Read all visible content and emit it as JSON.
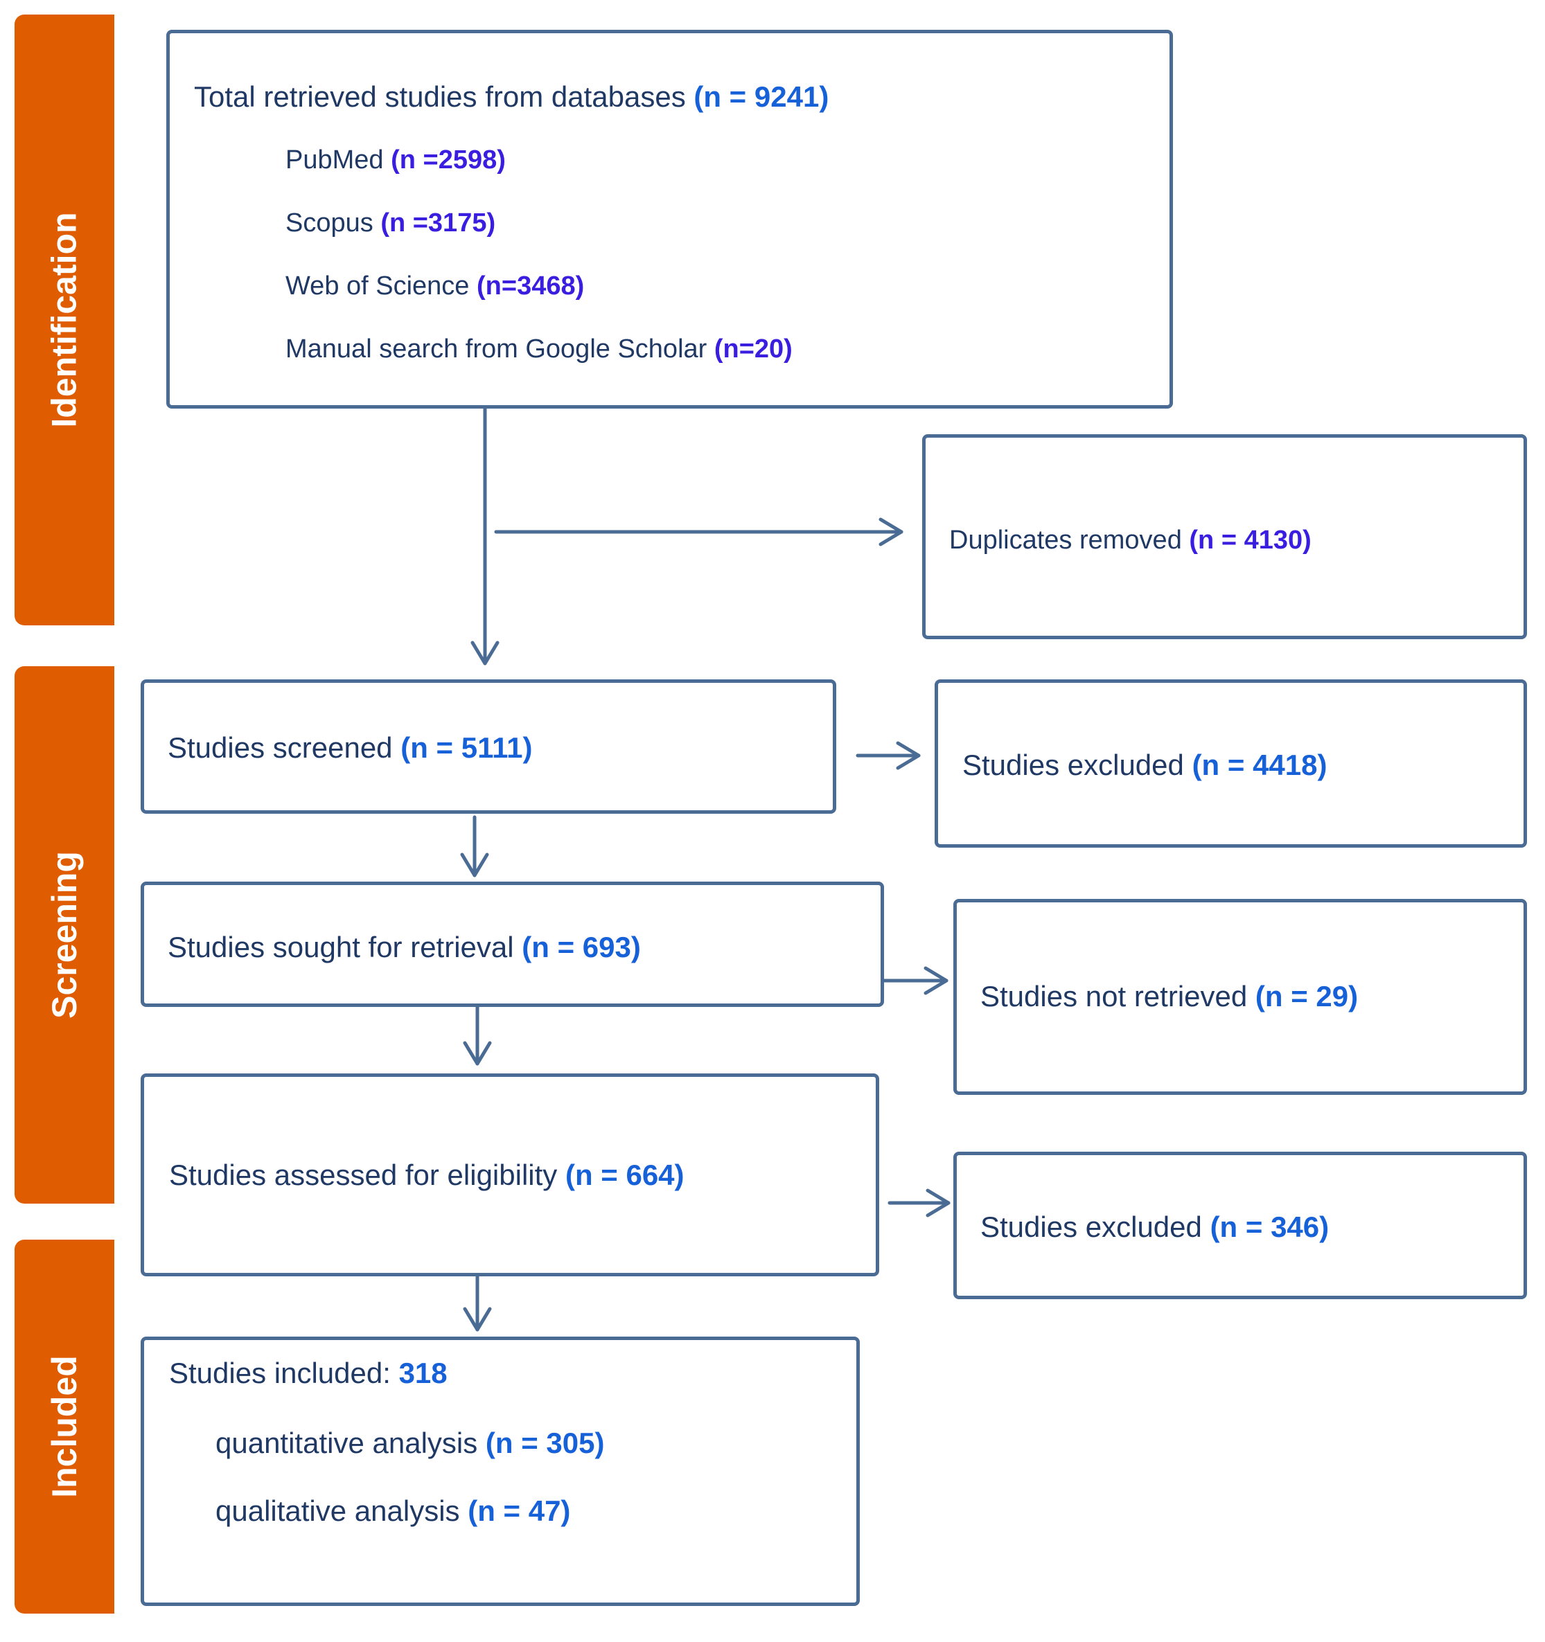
{
  "colors": {
    "phase": "#e05c00",
    "border": "#4a6b94",
    "text": "#1f3864",
    "count_blue": "#1660d8",
    "count_purple": "#3a1ee0"
  },
  "phases": {
    "identification": "Identification",
    "screening": "Screening",
    "included": "Included"
  },
  "identification": {
    "total_label": "Total retrieved  studies from databases ",
    "total_n": "(n = 9241)",
    "sources": [
      {
        "label": "PubMed ",
        "n": "(n =2598)"
      },
      {
        "label": "Scopus ",
        "n": "(n =3175)"
      },
      {
        "label": "Web of Science ",
        "n": "(n=3468)"
      },
      {
        "label": "Manual search from Google Scholar ",
        "n": "(n=20)"
      }
    ]
  },
  "duplicates": {
    "label": "Duplicates removed ",
    "n": "(n = 4130)"
  },
  "screened": {
    "label": "Studies screened  ",
    "n": "(n = 5111)"
  },
  "screen_excluded": {
    "label": "Studies excluded ",
    "n": "(n = 4418)"
  },
  "sought": {
    "label": "Studies sought for retrieval  ",
    "n": "(n = 693)"
  },
  "not_retrieved": {
    "label": "Studies not retrieved  ",
    "n": "(n = 29)"
  },
  "assessed": {
    "label": "Studies assessed for eligibility ",
    "n": "(n = 664)"
  },
  "elig_excluded": {
    "label": "Studies excluded ",
    "n": "(n = 346)"
  },
  "included": {
    "label": "Studies included: ",
    "n": "318",
    "quantitative": {
      "label": "quantitative analysis ",
      "n": "(n = 305)"
    },
    "qualitative": {
      "label": "qualitative analysis ",
      "n": "(n = 47)"
    }
  }
}
